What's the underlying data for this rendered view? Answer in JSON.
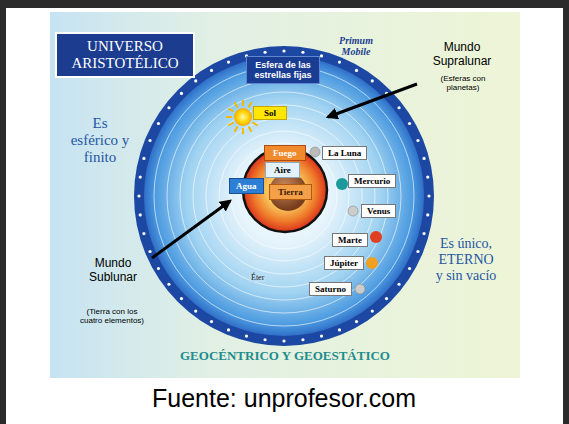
{
  "diagram": {
    "title": "UNIVERSO ARISTOTÉLICO",
    "caption": "Fuente: unprofesor.com",
    "nodes": [
      {
        "text": [
          "Esfera de las estrellas fijas"
        ]
      },
      {
        "text": [
          "Sol"
        ]
      },
      {
        "text": [
          "Fuego"
        ]
      },
      {
        "text": [
          "La Luna"
        ]
      },
      {
        "text": [
          "Aire"
        ]
      },
      {
        "text": [
          "Mercurio"
        ]
      },
      {
        "text": [
          "Agua"
        ]
      },
      {
        "text": [
          "Tierra"
        ]
      },
      {
        "text": [
          "Venus"
        ]
      },
      {
        "text": [
          "Marte"
        ]
      },
      {
        "text": [
          "Júpiter"
        ]
      },
      {
        "text": [
          "Saturno"
        ]
      }
    ],
    "labels": [
      "Primum Mobile",
      "Mundo Supralunar",
      "(Esferas con planetas)",
      "Es esférico y finito",
      "Es único, ETERNO y sin vacío",
      "Mundo Sublunar",
      "Éter",
      "(Tierra con los cuatro elementos)",
      "GEOCÉNTRICO Y GEOESTÁTICO"
    ]
  }
}
